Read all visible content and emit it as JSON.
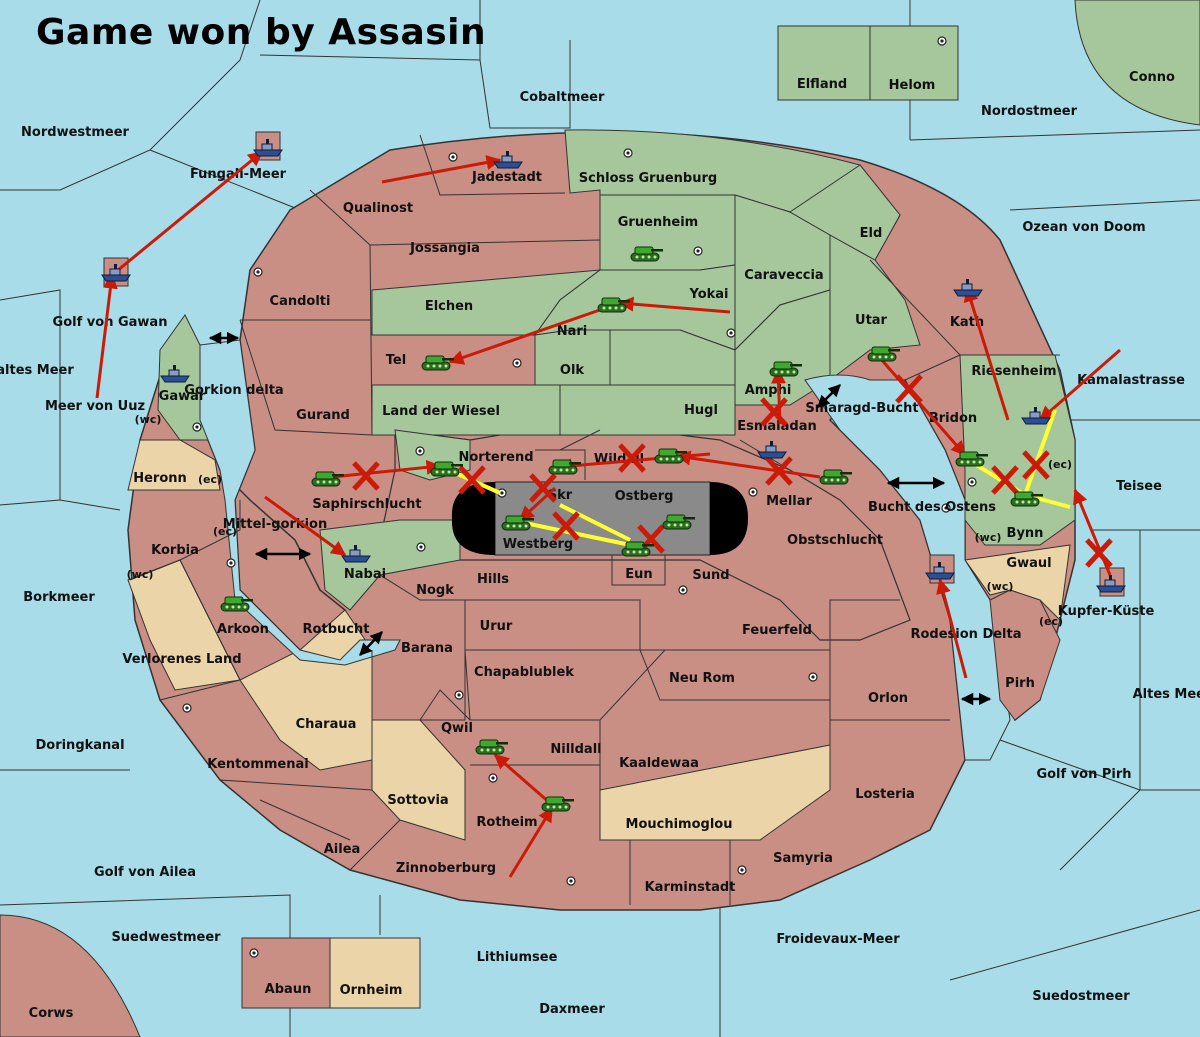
{
  "title": "Game won by Assasin",
  "colors": {
    "sea": "#a8dce8",
    "player_brown": "#c98e84",
    "player_green": "#a6c79c",
    "neutral_tan": "#ead4a8",
    "fortress_gray": "#8a8a8a",
    "order_red": "#cc1a08",
    "retreat_yellow": "#ffff30",
    "line": "#222222"
  },
  "map": {
    "sea_regions": [
      "Nordwestmeer",
      "Cobaltmeer",
      "Nordostmeer",
      "Conno",
      "Ozean von Doom",
      "Fungali-Meer",
      "Golf von Gawan",
      "Kaltes Meer",
      "Meer von Uuz",
      "Teisee",
      "Borkmeer",
      "Altes Meer",
      "Golf von Pirh",
      "Doringkanal",
      "Golf von Ailea",
      "Suedwestmeer",
      "Corws",
      "Lithiumsee",
      "Daxmeer",
      "Froidevaux-Meer",
      "Suedostmeer"
    ],
    "inner_waters": [
      "Gorkion delta",
      "Mittel-gorkion",
      "Rotbucht",
      "Smaragd-Bucht",
      "Bucht des Ostens",
      "Rodesion Delta"
    ],
    "lands": [
      "Elfland",
      "Helom",
      "Jadestadt",
      "Qualinost",
      "Schloss Gruenburg",
      "Gruenheim",
      "Eld",
      "Jossangia",
      "Caraveccia",
      "Candolti",
      "Elchen",
      "Yokai",
      "Nari",
      "Utar",
      "Kath",
      "Tel",
      "Olk",
      "Amphi",
      "Riesenheim",
      "Kamalastrasse",
      "Gurand",
      "Land der Wiesel",
      "Hugl",
      "Esmaladan",
      "Bridon",
      "Gawar",
      "Norterend",
      "Wildall",
      "Saphirschlucht",
      "Skr",
      "Ostberg",
      "Mellar",
      "Bynn",
      "Heronn",
      "Westberg",
      "Obstschlucht",
      "Nabai",
      "Eun",
      "Sund",
      "Gwaul",
      "Korbia",
      "Hills",
      "Nogk",
      "Kupfer-Küste",
      "Arkoon",
      "Barana",
      "Urur",
      "Feuerfeld",
      "Verlorenes Land",
      "Chapablublek",
      "Neu Rom",
      "Orlon",
      "Pirh",
      "Charaua",
      "Qwil",
      "Nilldall",
      "Kentommenai",
      "Kaaldewaa",
      "Sottovia",
      "Losteria",
      "Rotheim",
      "Mouchimoglou",
      "Ailea",
      "Samyria",
      "Zinnoberburg",
      "Karminstadt",
      "Abaun",
      "Ornheim"
    ],
    "coast_tags": [
      "(wc)",
      "(ec)"
    ]
  }
}
